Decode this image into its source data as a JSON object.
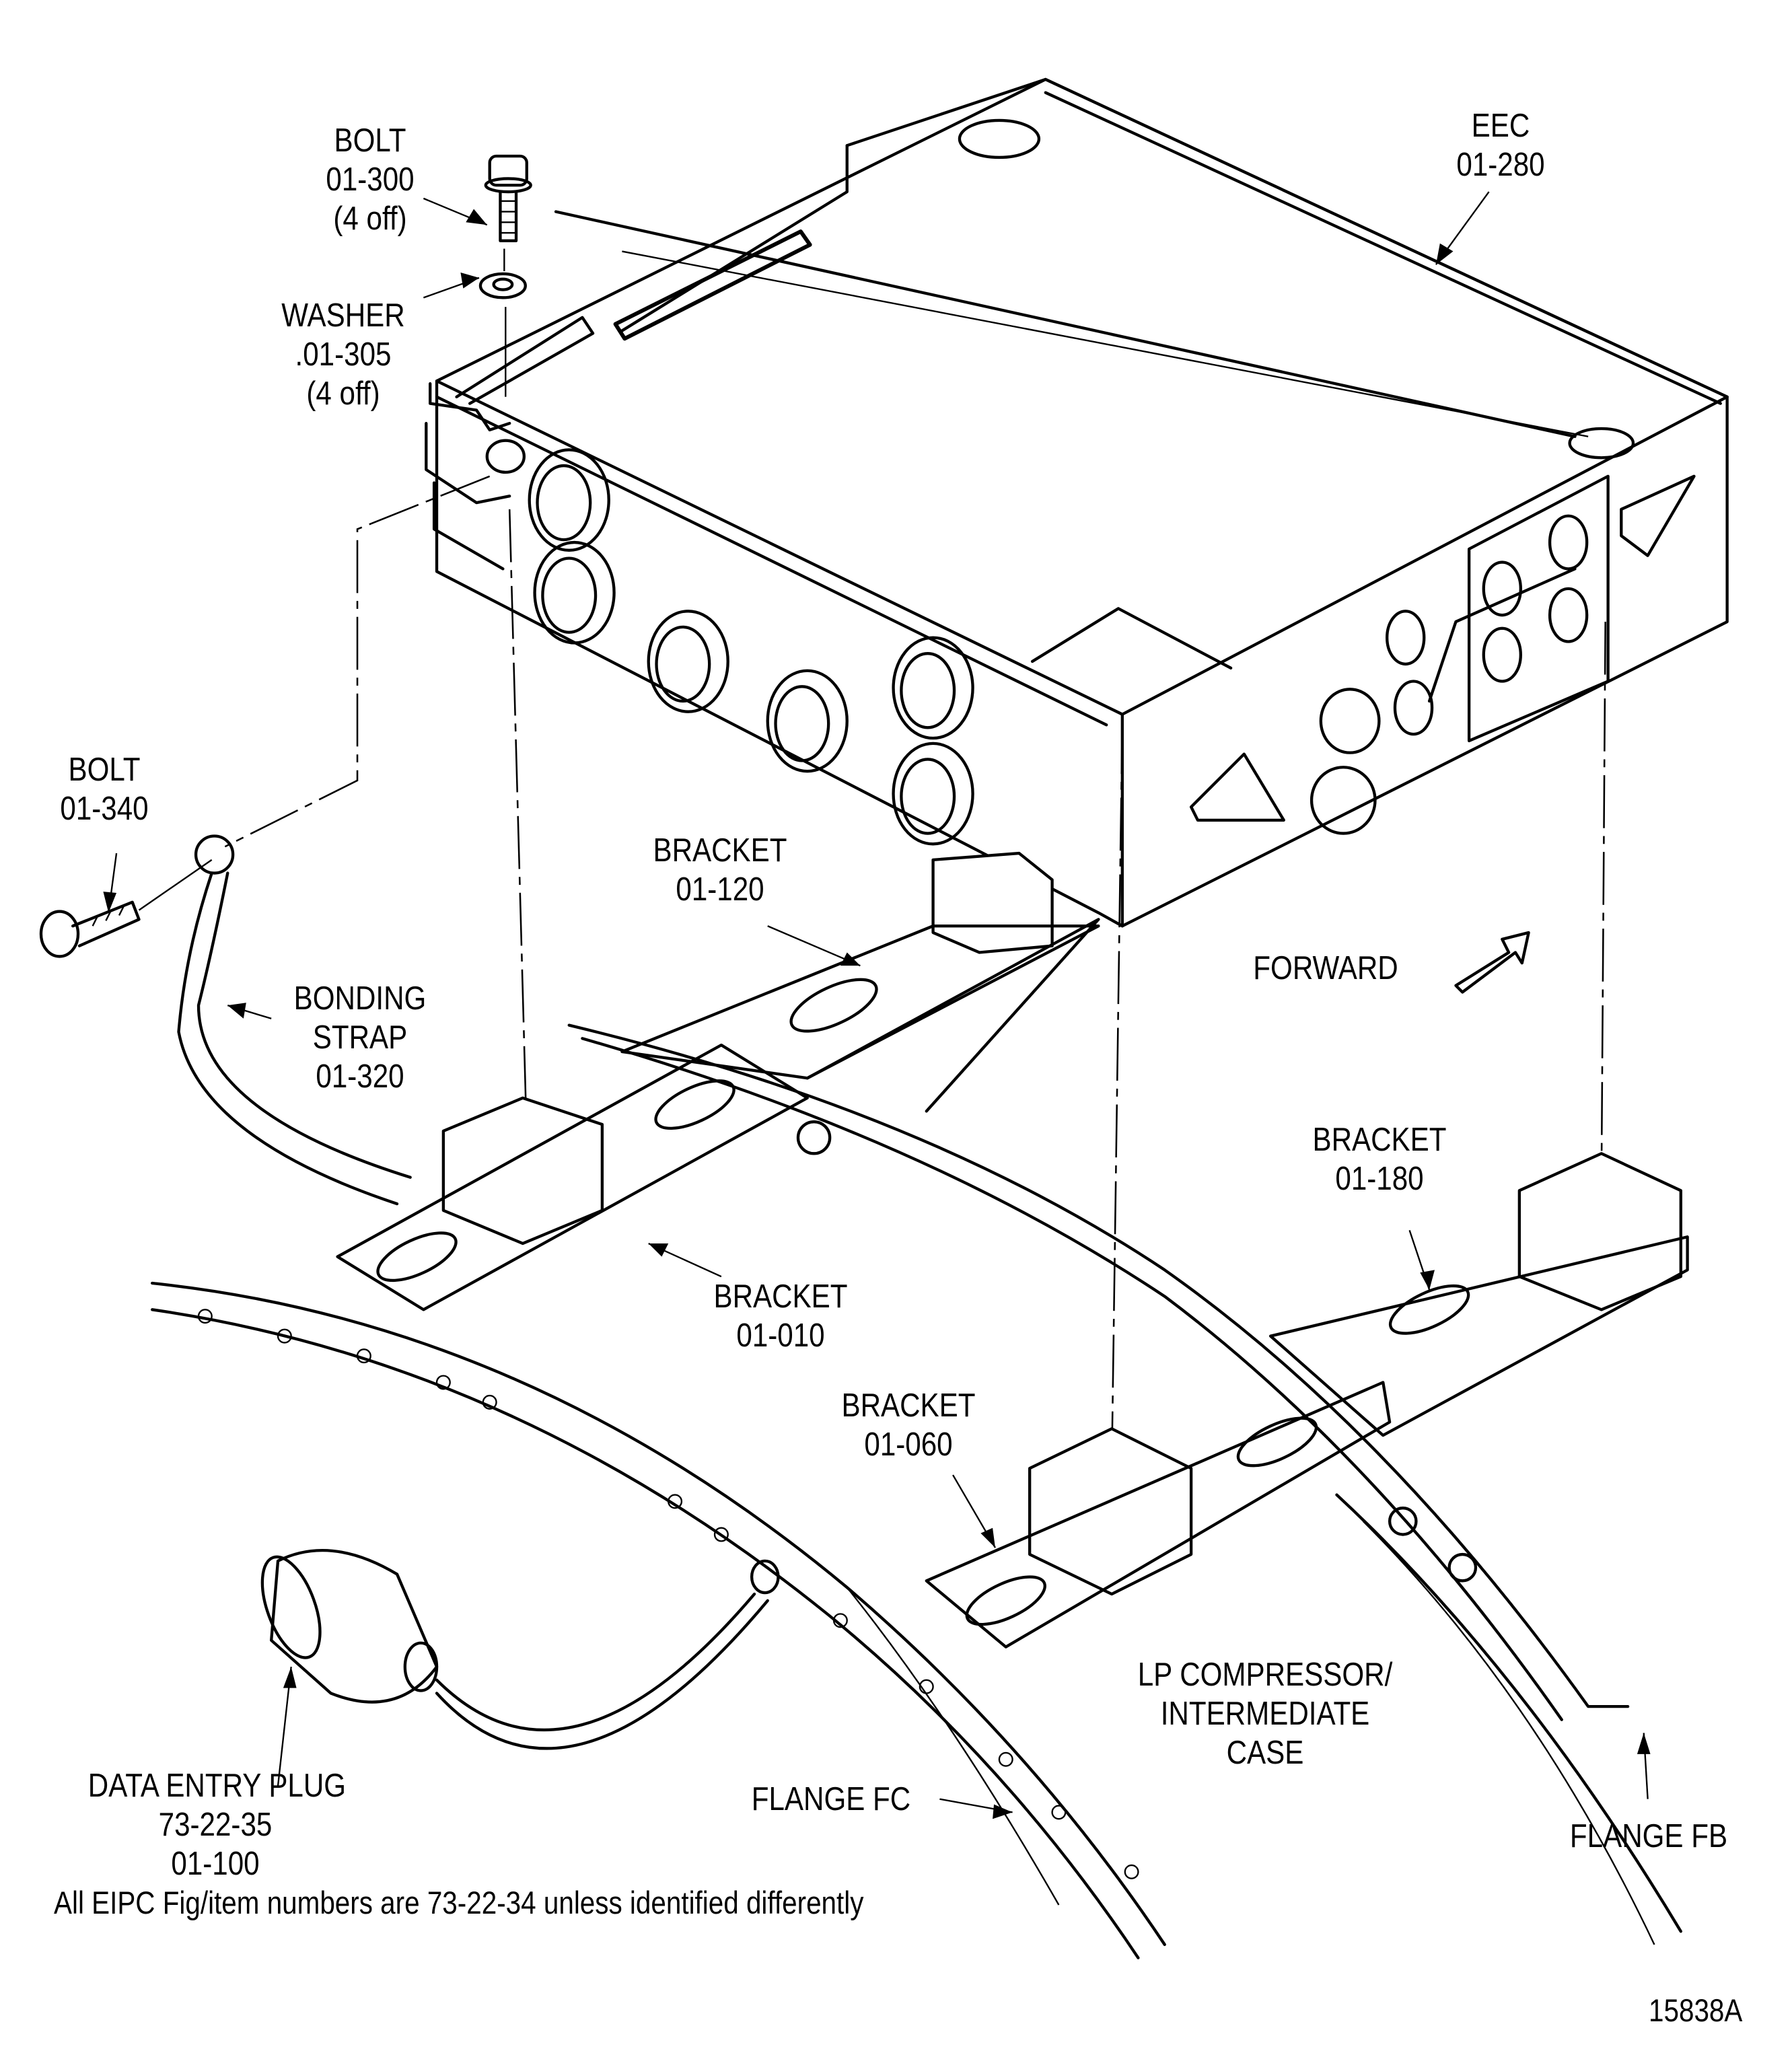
{
  "figure": {
    "id": "15838A",
    "footnote": "All EIPC Fig/item numbers are 73-22-34  unless identified differently",
    "direction_indicator": "FORWARD",
    "callouts": [
      {
        "key": "bolt_300",
        "lines": [
          "BOLT",
          "01-300",
          "(4 off)"
        ]
      },
      {
        "key": "washer_305",
        "lines": [
          "WASHER",
          ".01-305",
          "(4 off)"
        ]
      },
      {
        "key": "eec_280",
        "lines": [
          "EEC",
          "01-280"
        ]
      },
      {
        "key": "bolt_340",
        "lines": [
          "BOLT",
          "01-340"
        ]
      },
      {
        "key": "bonding_strap_320",
        "lines": [
          "BONDING",
          "STRAP",
          "01-320"
        ]
      },
      {
        "key": "bracket_120",
        "lines": [
          "BRACKET",
          "01-120"
        ]
      },
      {
        "key": "bracket_180",
        "lines": [
          "BRACKET",
          "01-180"
        ]
      },
      {
        "key": "bracket_010",
        "lines": [
          "BRACKET",
          "01-010"
        ]
      },
      {
        "key": "bracket_060",
        "lines": [
          "BRACKET",
          "01-060"
        ]
      },
      {
        "key": "data_entry_plug",
        "lines": [
          "DATA ENTRY PLUG",
          "73-22-35",
          "01-100"
        ]
      },
      {
        "key": "lp_compressor_case",
        "lines": [
          "LP COMPRESSOR/",
          "INTERMEDIATE",
          "CASE"
        ]
      },
      {
        "key": "flange_fc",
        "lines": [
          "FLANGE FC"
        ]
      },
      {
        "key": "flange_fb",
        "lines": [
          "FLANGE FB"
        ]
      }
    ]
  }
}
